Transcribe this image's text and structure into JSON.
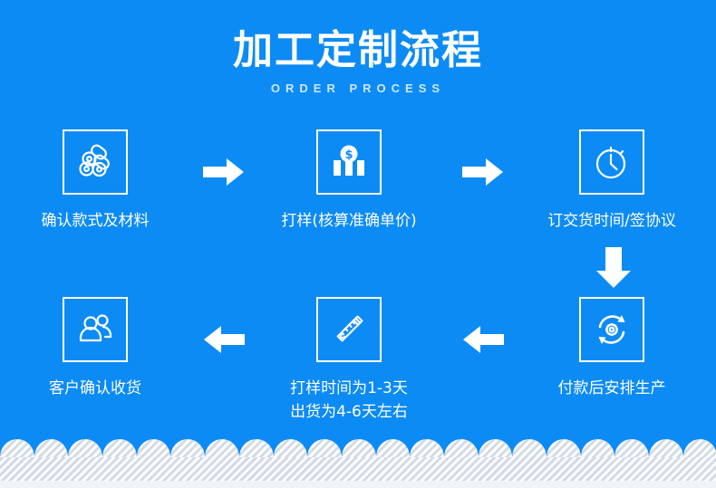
{
  "theme": {
    "background_color": "#0c8bf5",
    "foreground_color": "#ffffff",
    "subtitle_color": "#cfe6fb",
    "wave_color": "#e9eef3"
  },
  "header": {
    "title": "加工定制流程",
    "subtitle": "ORDER PROCESS"
  },
  "steps": [
    {
      "index": "1",
      "icon": "fabric-rolls-icon",
      "caption": "确认款式及材料"
    },
    {
      "index": "2",
      "icon": "price-chart-coin-icon",
      "caption": "打样(核算准确单价)"
    },
    {
      "index": "3",
      "icon": "stopwatch-icon",
      "caption": "订交货时间/签协议"
    },
    {
      "index": "4",
      "icon": "users-icon",
      "caption": "客户确认收货"
    },
    {
      "index": "5",
      "icon": "pencil-ruler-icon",
      "caption": "打样时间为1-3天\n出货为4-6天左右"
    },
    {
      "index": "6",
      "icon": "gear-refresh-icon",
      "caption": "付款后安排生产"
    }
  ],
  "arrows": [
    {
      "name": "arrow-right-step1-to-step2",
      "direction": "right"
    },
    {
      "name": "arrow-right-step2-to-step3",
      "direction": "right"
    },
    {
      "name": "arrow-down-step3-to-step4",
      "direction": "down"
    },
    {
      "name": "arrow-left-step5-to-step4",
      "direction": "left"
    },
    {
      "name": "arrow-left-step6-to-step5",
      "direction": "left"
    }
  ]
}
